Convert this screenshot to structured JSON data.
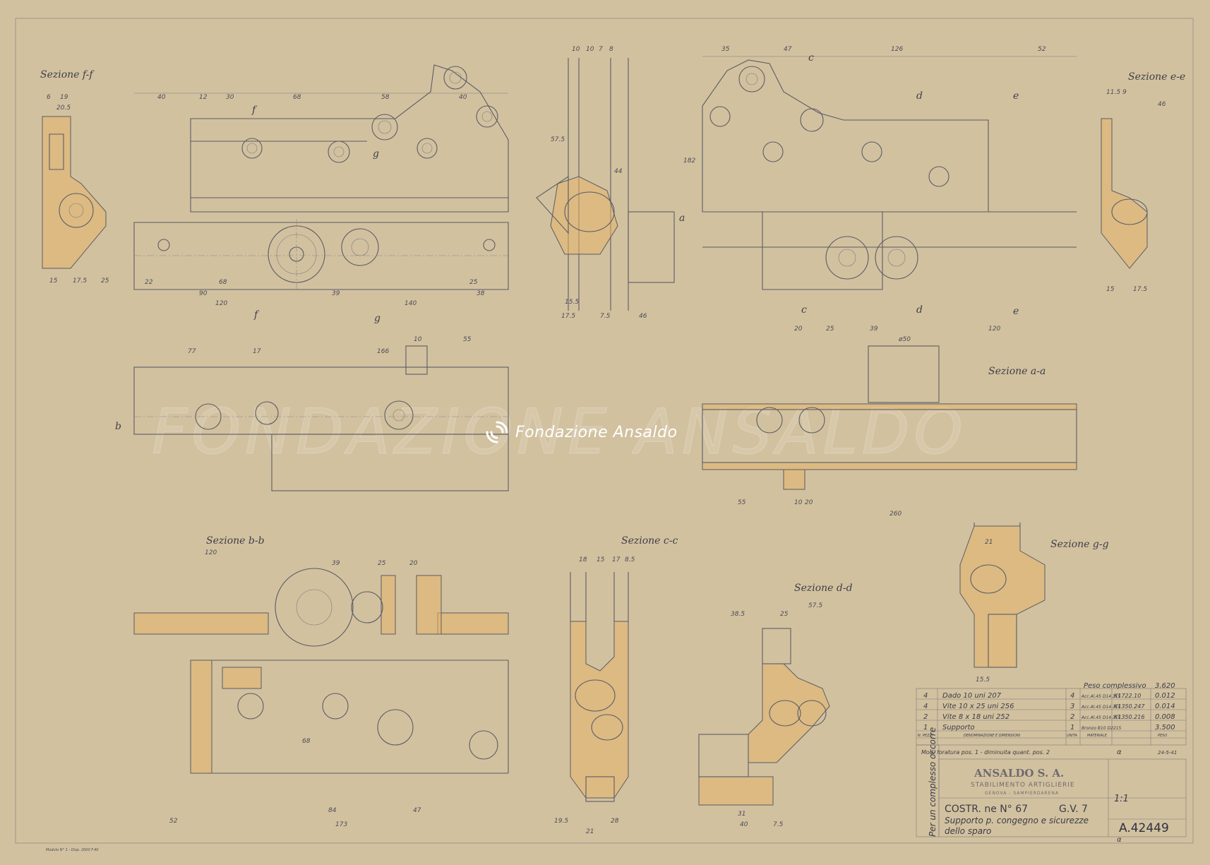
{
  "sections": {
    "f": "Sezione f-f",
    "e": "Sezione e-e",
    "a": "Sezione a-a",
    "b": "Sezione b-b",
    "c": "Sezione c-c",
    "d": "Sezione d-d",
    "g": "Sezione g-g"
  },
  "cut_marks": [
    "f",
    "g",
    "c",
    "d",
    "e",
    "a",
    "b"
  ],
  "dimensions": {
    "top_left": [
      "40",
      "12",
      "30",
      "68",
      "58",
      "40",
      "22",
      "68",
      "90",
      "120",
      "39",
      "140",
      "38",
      "25"
    ],
    "top_mid": [
      "10",
      "10",
      "7",
      "8",
      "57.5",
      "44",
      "15.5",
      "17.5",
      "7.5",
      "46"
    ],
    "top_right": [
      "35",
      "47",
      "126",
      "52",
      "182",
      "20",
      "25",
      "39",
      "120"
    ],
    "mid_left": [
      "77",
      "17",
      "166",
      "10",
      "55"
    ],
    "mid_right": [
      "ø50",
      "55",
      "10",
      "20",
      "260"
    ],
    "section_b": [
      "120",
      "39",
      "25",
      "20",
      "84",
      "47",
      "173",
      "52",
      "68"
    ],
    "section_c": [
      "18",
      "15",
      "17",
      "8.5",
      "19.5",
      "21",
      "28"
    ],
    "section_d": [
      "57.5",
      "38.5",
      "25",
      "31",
      "40",
      "7.5"
    ],
    "section_e": [
      "11.5",
      "9",
      "46",
      "15",
      "17.5"
    ],
    "section_f": [
      "6",
      "19",
      "20.5",
      "15",
      "17.5",
      "25"
    ]
  },
  "parts_table": {
    "header": "Peso complessivo",
    "total_weight": "3.620",
    "rows": [
      {
        "n": "4",
        "desc": "Dado 10 uni 207",
        "qty": "4",
        "mat": "Acc.Al.45 D14.315",
        "ref": "K1722.10",
        "wt": "0.012"
      },
      {
        "n": "4",
        "desc": "Vite 10 x 25 uni 256",
        "qty": "3",
        "mat": "Acc.Al.45 D14.315",
        "ref": "K1350.247",
        "wt": "0.014"
      },
      {
        "n": "2",
        "desc": "Vite 8 x 18 uni 252",
        "qty": "2",
        "mat": "Acc.Al.45 D14.315",
        "ref": "K1350.216",
        "wt": "0.008"
      },
      {
        "n": "1",
        "desc": "Supporto",
        "qty": "1",
        "mat": "Bronzo B10 D2215",
        "ref": "",
        "wt": "3.500"
      }
    ],
    "col_headers": [
      "N. PEZZI",
      "DENOMINAZIONE E DIMENSIONI",
      "UNITA",
      "MATERIALE",
      "PESO"
    ]
  },
  "revision": {
    "text": "Mod. foratura pos. 1 - diminuita quant. pos. 2",
    "mark": "α",
    "date": "24-5-41"
  },
  "title_block": {
    "company": "ANSALDO S. A.",
    "division": "STABILIMENTO ARTIGLIERIE",
    "city": "GENOVA - SAMPIERDARENA",
    "side_note": "Per un complesso occorre",
    "scale": "1:1",
    "costr": "COSTR. ne N° 67",
    "type": "G.V. 7",
    "subject_1": "Supporto p. congegno e sicurezze",
    "subject_2": "dello sparo",
    "drawing_no": "A.42449",
    "rev_mark": "α"
  },
  "watermark": "Fondazione Ansaldo",
  "ghost_watermark": "FONDAZIONE ANSALDO",
  "footer_note": "Modulo N° 1 - Disp. 2000 F.40"
}
